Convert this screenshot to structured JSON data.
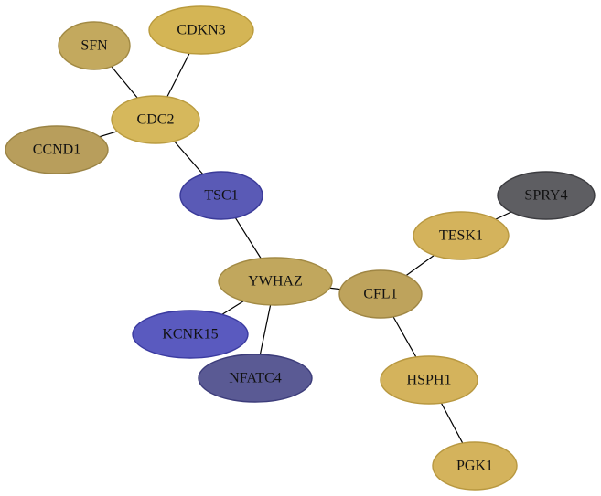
{
  "nodes": [
    {
      "id": "SFN",
      "label": "SFN",
      "fill": "#c3a95e",
      "stroke": "#a28a44"
    },
    {
      "id": "CDKN3",
      "label": "CDKN3",
      "fill": "#d4b555",
      "stroke": "#b99a3c"
    },
    {
      "id": "CDC2",
      "label": "CDC2",
      "fill": "#d6b85c",
      "stroke": "#ba9c40"
    },
    {
      "id": "CCND1",
      "label": "CCND1",
      "fill": "#b89e5c",
      "stroke": "#9a8344"
    },
    {
      "id": "TSC1",
      "label": "TSC1",
      "fill": "#5a5ab6",
      "stroke": "#3a3a99"
    },
    {
      "id": "SPRY4",
      "label": "SPRY4",
      "fill": "#5e5e62",
      "stroke": "#3c3c40"
    },
    {
      "id": "TESK1",
      "label": "TESK1",
      "fill": "#d4b35c",
      "stroke": "#b89840"
    },
    {
      "id": "YWHAZ",
      "label": "YWHAZ",
      "fill": "#c1a75d",
      "stroke": "#a28a44"
    },
    {
      "id": "CFL1",
      "label": "CFL1",
      "fill": "#bea35c",
      "stroke": "#9f8644"
    },
    {
      "id": "KCNK15",
      "label": "KCNK15",
      "fill": "#5a5abf",
      "stroke": "#3a3aa0"
    },
    {
      "id": "NFATC4",
      "label": "NFATC4",
      "fill": "#5a5a94",
      "stroke": "#3c3c7a"
    },
    {
      "id": "HSPH1",
      "label": "HSPH1",
      "fill": "#d4b35c",
      "stroke": "#b89840"
    },
    {
      "id": "PGK1",
      "label": "PGK1",
      "fill": "#d4b35c",
      "stroke": "#b89840"
    }
  ],
  "edges": [
    {
      "from": "SFN",
      "to": "CDC2"
    },
    {
      "from": "CDKN3",
      "to": "CDC2"
    },
    {
      "from": "CCND1",
      "to": "CDC2"
    },
    {
      "from": "CDC2",
      "to": "TSC1"
    },
    {
      "from": "TSC1",
      "to": "YWHAZ"
    },
    {
      "from": "YWHAZ",
      "to": "KCNK15"
    },
    {
      "from": "YWHAZ",
      "to": "NFATC4"
    },
    {
      "from": "YWHAZ",
      "to": "CFL1"
    },
    {
      "from": "CFL1",
      "to": "TESK1"
    },
    {
      "from": "TESK1",
      "to": "SPRY4"
    },
    {
      "from": "CFL1",
      "to": "HSPH1"
    },
    {
      "from": "HSPH1",
      "to": "PGK1"
    }
  ]
}
